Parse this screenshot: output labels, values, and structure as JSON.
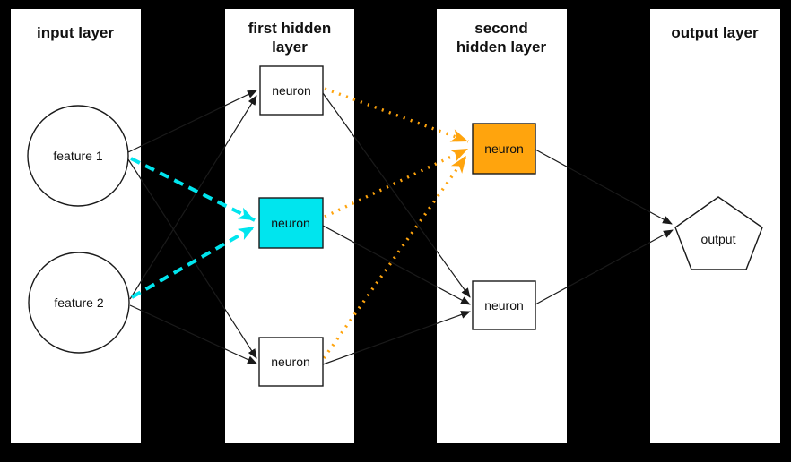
{
  "diagram": {
    "type": "neural-network-architecture",
    "background_color": "#000000",
    "panel_color": "#ffffff",
    "colors": {
      "cyan_highlight": "#00e5ee",
      "orange_highlight": "#ffa40d",
      "edge_black": "#1a1a1a",
      "text": "#111111"
    },
    "layers": [
      {
        "title_lines": [
          "input layer"
        ],
        "nodes": [
          {
            "label": "feature 1",
            "shape": "circle",
            "fill": "white"
          },
          {
            "label": "feature 2",
            "shape": "circle",
            "fill": "white"
          }
        ]
      },
      {
        "title_lines": [
          "first hidden",
          "layer"
        ],
        "nodes": [
          {
            "label": "neuron",
            "shape": "rect",
            "fill": "white"
          },
          {
            "label": "neuron",
            "shape": "rect",
            "fill": "cyan"
          },
          {
            "label": "neuron",
            "shape": "rect",
            "fill": "white"
          }
        ]
      },
      {
        "title_lines": [
          "second",
          "hidden layer"
        ],
        "nodes": [
          {
            "label": "neuron",
            "shape": "rect",
            "fill": "orange"
          },
          {
            "label": "neuron",
            "shape": "rect",
            "fill": "white"
          }
        ]
      },
      {
        "title_lines": [
          "output layer"
        ],
        "nodes": [
          {
            "label": "output",
            "shape": "pentagon",
            "fill": "white"
          }
        ]
      }
    ],
    "edges": [
      {
        "from": "feature 1",
        "to": "first-hidden neuron 1",
        "style": "solid-black"
      },
      {
        "from": "feature 1",
        "to": "first-hidden neuron 2 (cyan)",
        "style": "dashed-cyan"
      },
      {
        "from": "feature 1",
        "to": "first-hidden neuron 3",
        "style": "solid-black"
      },
      {
        "from": "feature 2",
        "to": "first-hidden neuron 1",
        "style": "solid-black"
      },
      {
        "from": "feature 2",
        "to": "first-hidden neuron 2 (cyan)",
        "style": "dashed-cyan"
      },
      {
        "from": "feature 2",
        "to": "first-hidden neuron 3",
        "style": "solid-black"
      },
      {
        "from": "first-hidden neuron 1",
        "to": "second-hidden neuron 1 (orange)",
        "style": "dotted-orange"
      },
      {
        "from": "first-hidden neuron 2 (cyan)",
        "to": "second-hidden neuron 1 (orange)",
        "style": "dotted-orange"
      },
      {
        "from": "first-hidden neuron 3",
        "to": "second-hidden neuron 1 (orange)",
        "style": "dotted-orange"
      },
      {
        "from": "first-hidden neuron 1",
        "to": "second-hidden neuron 2",
        "style": "solid-black"
      },
      {
        "from": "first-hidden neuron 2 (cyan)",
        "to": "second-hidden neuron 2",
        "style": "solid-black"
      },
      {
        "from": "first-hidden neuron 3",
        "to": "second-hidden neuron 2",
        "style": "solid-black"
      },
      {
        "from": "second-hidden neuron 1 (orange)",
        "to": "output",
        "style": "solid-black"
      },
      {
        "from": "second-hidden neuron 2",
        "to": "output",
        "style": "solid-black"
      }
    ]
  }
}
